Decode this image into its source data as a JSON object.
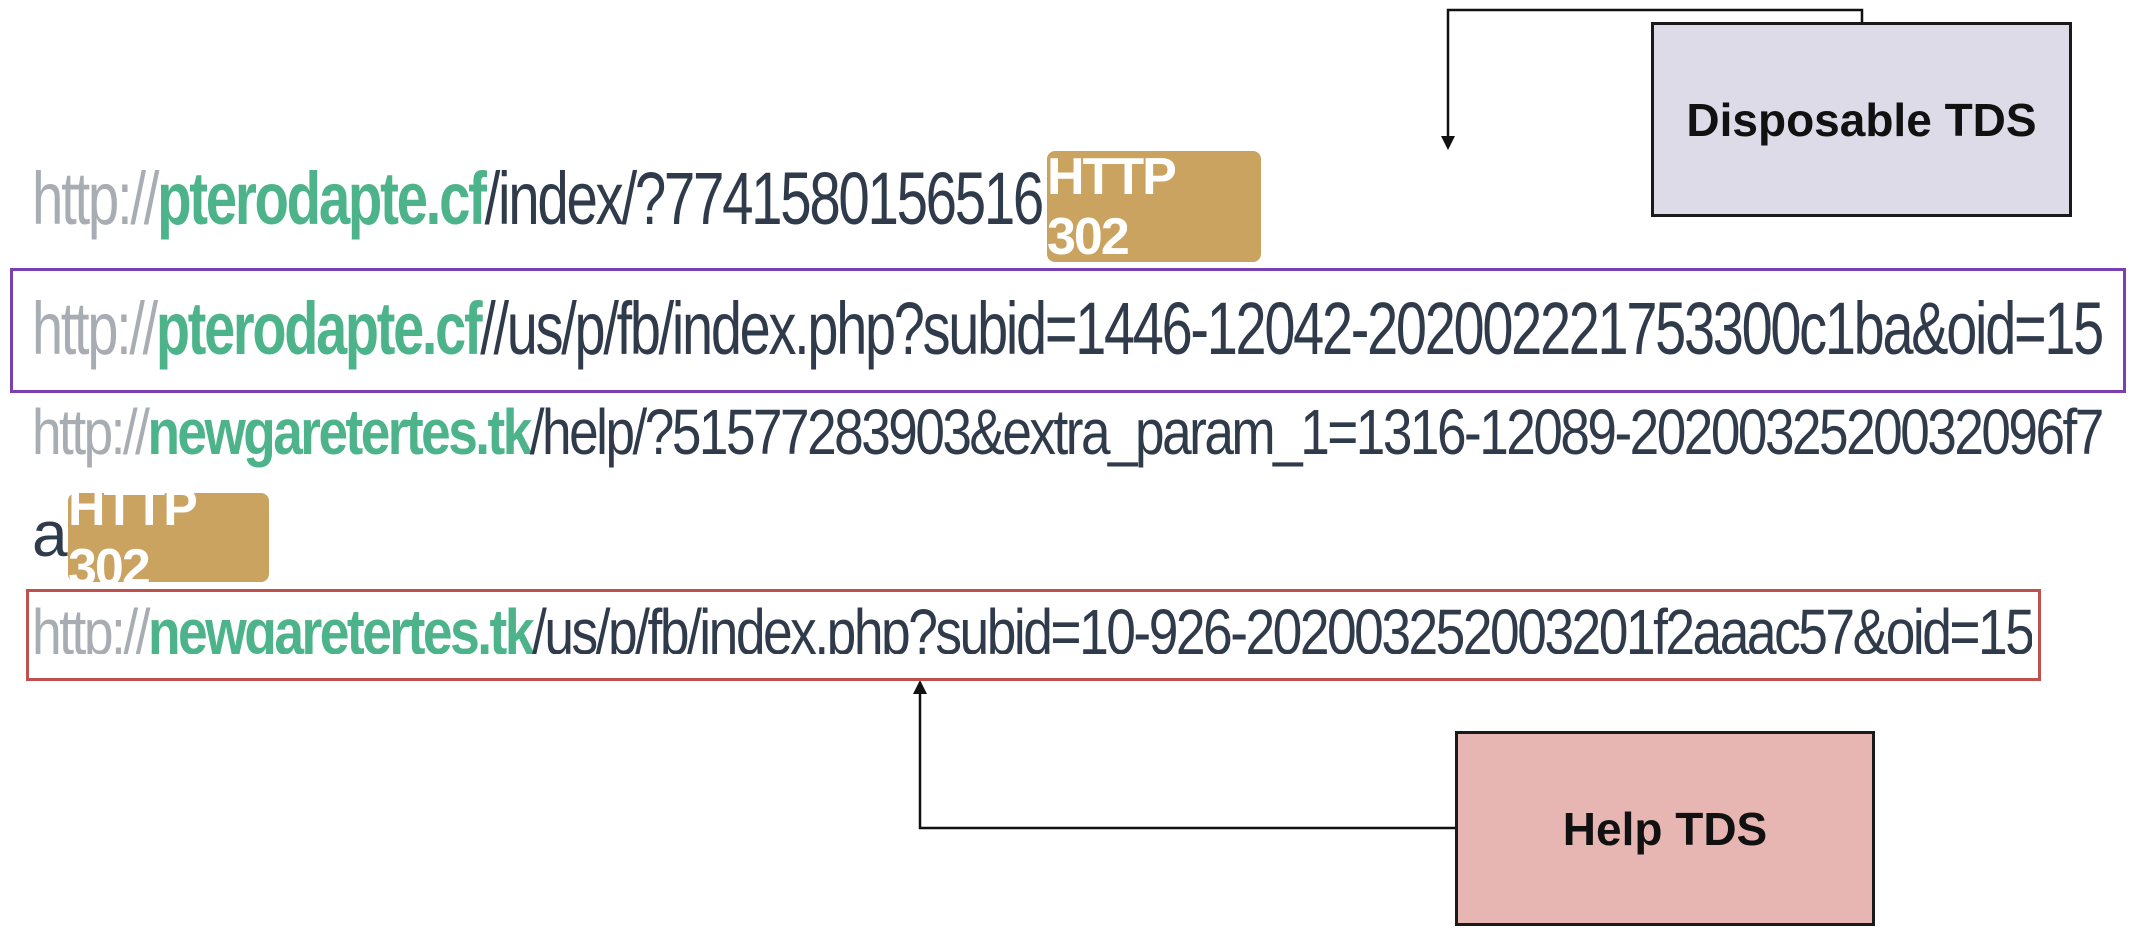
{
  "urls": [
    {
      "scheme": "http://",
      "domain": "pterodapte.cf",
      "path": "/index/?7741580156516"
    },
    {
      "scheme": "http://",
      "domain": "pterodapte.cf",
      "path": "//us/p/fb/index.php?subid=1446-12042-202002221753300c1ba&oid=15"
    },
    {
      "scheme": "http://",
      "domain": "newgaretertes.tk",
      "path": "/help/?51577283903&extra_param_1=1316-12089-2020032520032096f7"
    },
    {
      "continuation": "a"
    },
    {
      "scheme": "http://",
      "domain": "newgaretertes.tk",
      "path": "/us/p/fb/index.php?subid=10-926-202003252003201f2aaac57&oid=15"
    }
  ],
  "badges": {
    "first": "HTTP 302",
    "second": "HTTP 302"
  },
  "labels": {
    "disposable": "Disposable TDS",
    "help": "Help TDS"
  },
  "colors": {
    "scheme": "#a8acb3",
    "domain": "#4db38a",
    "path": "#2f3a4a",
    "badge": "#c9a35f",
    "purple_frame": "#7a3fb0",
    "red_frame": "#c0504d",
    "disposable_fill": "#dddbe8",
    "help_fill": "#e8b6b2"
  }
}
